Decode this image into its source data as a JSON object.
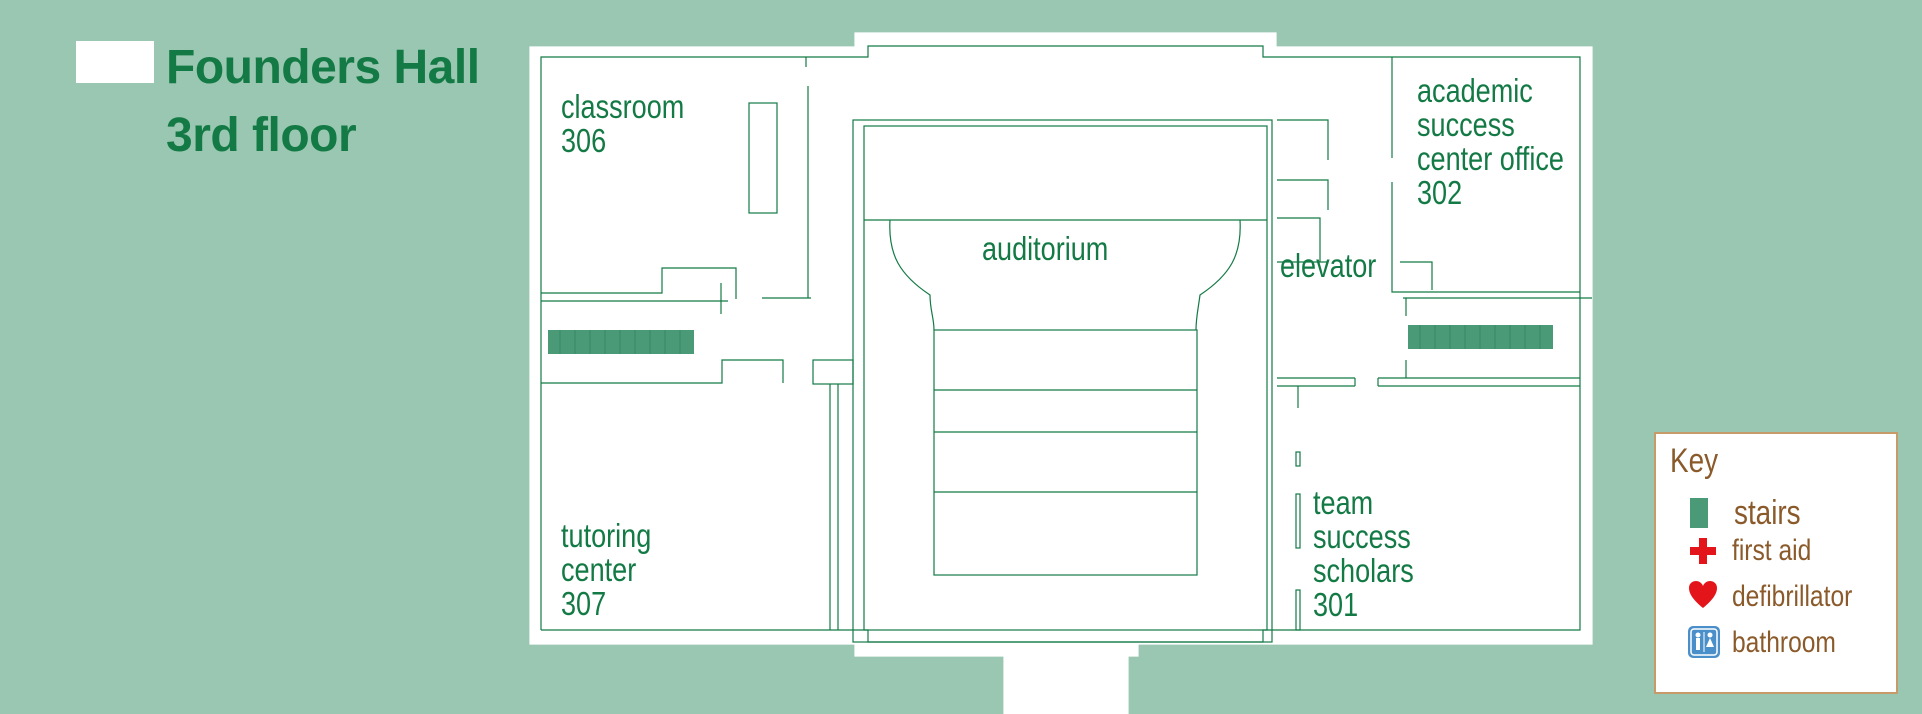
{
  "header": {
    "building": "Founders Hall",
    "floor": "3rd floor"
  },
  "rooms": [
    {
      "id": "306",
      "lines": [
        "classroom",
        "306"
      ]
    },
    {
      "id": "307",
      "lines": [
        "tutoring",
        "center",
        "307"
      ]
    },
    {
      "id": "aud",
      "lines": [
        "auditorium"
      ]
    },
    {
      "id": "elev",
      "lines": [
        "elevator"
      ]
    },
    {
      "id": "302",
      "lines": [
        "academic",
        "success",
        "center office",
        "302"
      ]
    },
    {
      "id": "301",
      "lines": [
        "team",
        "success",
        "scholars",
        "301"
      ]
    }
  ],
  "key": {
    "title": "Key",
    "items": [
      {
        "icon": "stairs-icon",
        "label": "stairs"
      },
      {
        "icon": "first-aid-icon",
        "label": "first aid"
      },
      {
        "icon": "defibrillator-icon",
        "label": "defibrillator"
      },
      {
        "icon": "bathroom-icon",
        "label": "bathroom"
      }
    ]
  },
  "colors": {
    "background": "#99c7b1",
    "wall": "#137a45",
    "text": "#137a45",
    "stairs": "#4a9a77",
    "key_text": "#8b5a2b",
    "first_aid": "#e4141b",
    "bathroom": "#4a8fc9"
  }
}
